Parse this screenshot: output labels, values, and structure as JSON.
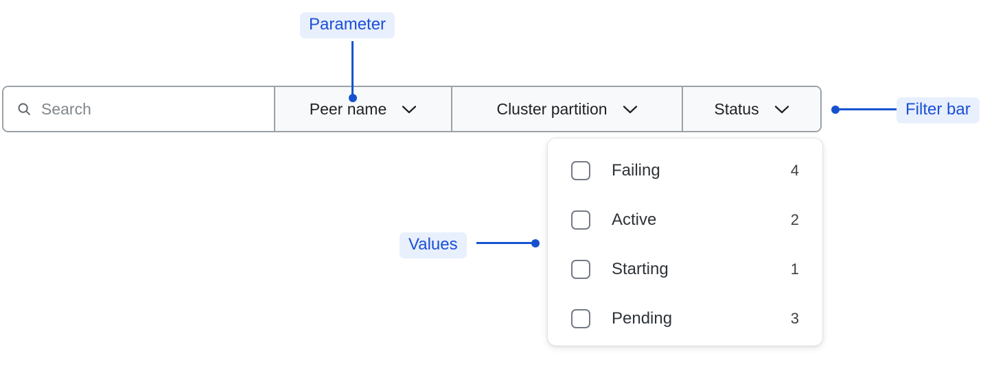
{
  "filter_bar": {
    "search": {
      "icon": "search-icon",
      "placeholder": "Search",
      "value": ""
    },
    "dropdowns": [
      {
        "label": "Peer name",
        "icon": "chevron-down-icon"
      },
      {
        "label": "Cluster partition",
        "icon": "chevron-down-icon"
      },
      {
        "label": "Status",
        "icon": "chevron-down-icon"
      }
    ]
  },
  "dropdown_panel": {
    "open_for": "Status",
    "options": [
      {
        "label": "Failing",
        "count": "4",
        "checked": false
      },
      {
        "label": "Active",
        "count": "2",
        "checked": false
      },
      {
        "label": "Starting",
        "count": "1",
        "checked": false
      },
      {
        "label": "Pending",
        "count": "3",
        "checked": false
      }
    ]
  },
  "annotations": [
    {
      "id": "parameter",
      "label": "Parameter"
    },
    {
      "id": "filter-bar",
      "label": "Filter bar"
    },
    {
      "id": "values",
      "label": "Values"
    }
  ],
  "colors": {
    "annotation_text": "#1a4fd6",
    "annotation_pill_bg": "#e8effd",
    "annotation_line": "#1652d0",
    "bar_border": "#9aa0a6",
    "bar_segment_bg": "#f8f9fa",
    "search_bg": "#ffffff",
    "panel_bg": "#ffffff",
    "checkbox_border": "#747a85",
    "text_primary": "#202124",
    "placeholder": "#80868b"
  }
}
